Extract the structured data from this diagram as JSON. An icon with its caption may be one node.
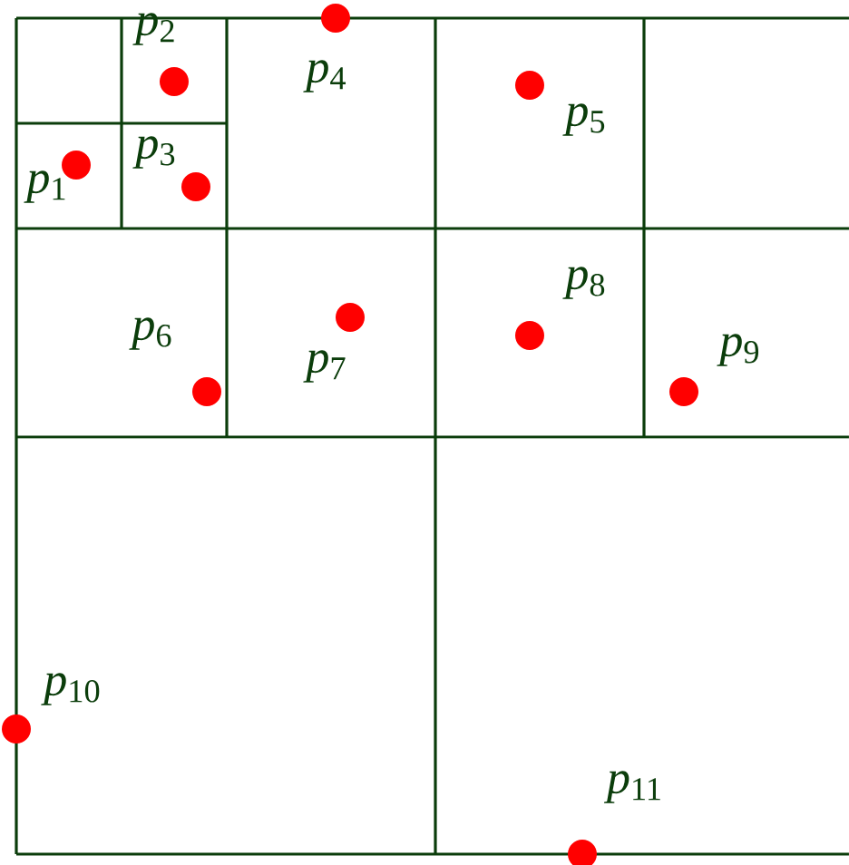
{
  "diagram": {
    "nodes": [
      {
        "text": [],
        "shape": "circle",
        "beside": [
          "*p*$_{1}$"
        ]
      },
      {
        "text": [],
        "shape": "circle",
        "beside": [
          "*p*$_{2}$"
        ]
      },
      {
        "text": [],
        "shape": "circle",
        "beside": [
          "*p*$_{3}$"
        ]
      },
      {
        "text": [],
        "shape": "circle",
        "beside": [
          "*p*$_{4}$"
        ]
      },
      {
        "text": [],
        "shape": "circle",
        "beside": [
          "*p*$_{5}$"
        ]
      },
      {
        "text": [],
        "shape": "circle",
        "beside": [
          "*p*$_{6}$"
        ]
      },
      {
        "text": [],
        "shape": "circle",
        "beside": [
          "*p*$_{7}$"
        ]
      },
      {
        "text": [],
        "shape": "circle",
        "beside": [
          "*p*$_{8}$"
        ]
      },
      {
        "text": [],
        "shape": "circle",
        "beside": [
          "*p*$_{9}$"
        ]
      },
      {
        "text": [],
        "shape": "circle",
        "beside": [
          "*p*$_{10}$"
        ]
      },
      {
        "text": [],
        "shape": "circle",
        "beside": [
          "*p*$_{11}$"
        ]
      }
    ]
  }
}
